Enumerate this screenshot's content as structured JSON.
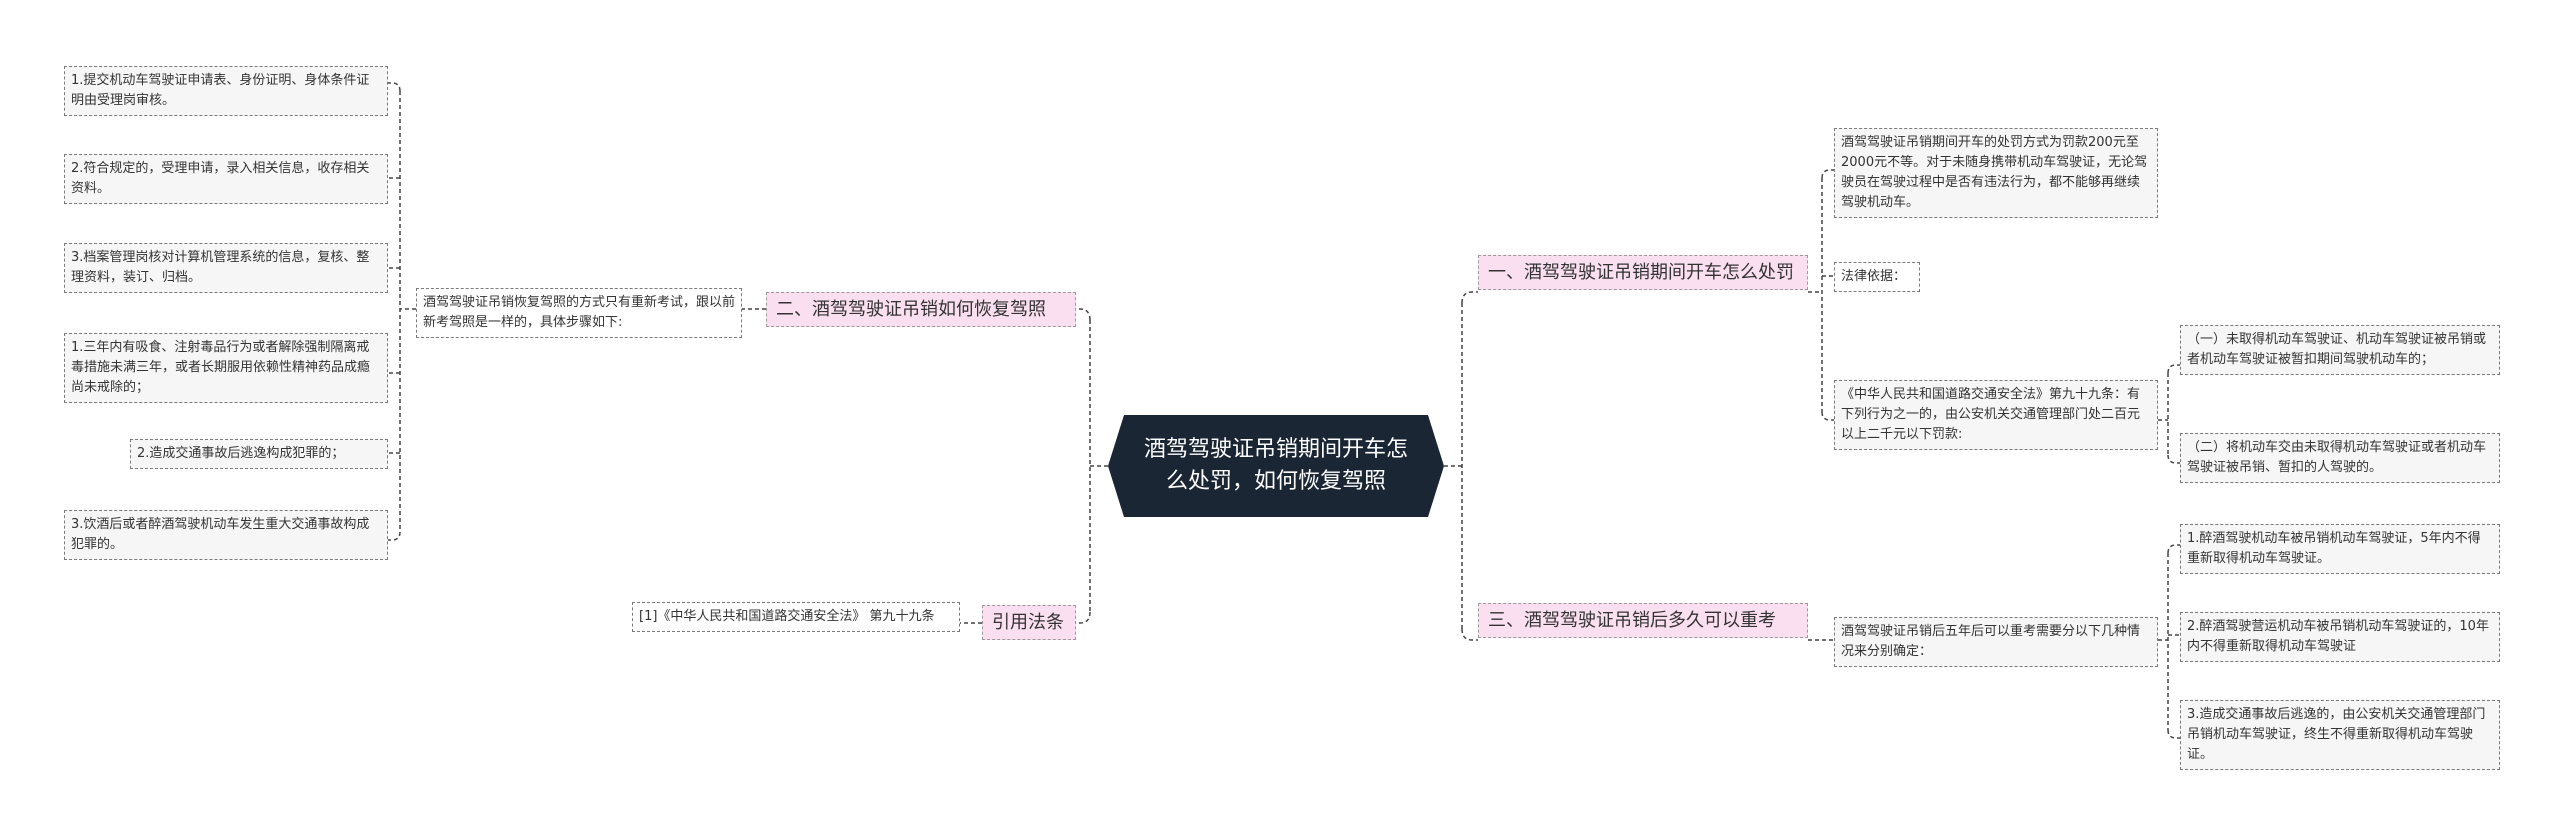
{
  "root": {
    "title": "酒驾驾驶证吊销期间开车怎么处罚，如何恢复驾照"
  },
  "branches": {
    "b1": "一、酒驾驾驶证吊销期间开车怎么处罚",
    "b2": "二、酒驾驾驶证吊销如何恢复驾照",
    "b3": "三、酒驾驾驶证吊销后多久可以重考",
    "b4": "引用法条"
  },
  "right": {
    "b1_intro": "酒驾驾驶证吊销期间开车的处罚方式为罚款200元至2000元不等。对于未随身携带机动车驾驶证，无论驾驶员在驾驶过程中是否有违法行为，都不能够再继续驾驶机动车。",
    "b1_basis": "法律依据：",
    "b1_law": "《中华人民共和国道路交通安全法》第九十九条：有下列行为之一的，由公安机关交通管理部门处二百元以上二千元以下罚款:",
    "b1_item1": "（一）未取得机动车驾驶证、机动车驾驶证被吊销或者机动车驾驶证被暂扣期间驾驶机动车的；",
    "b1_item2": "（二）将机动车交由未取得机动车驾驶证或者机动车驾驶证被吊销、暂扣的人驾驶的。",
    "b3_intro": "酒驾驾驶证吊销后五年后可以重考需要分以下几种情况来分别确定：",
    "b3_item1": "1.醉酒驾驶机动车被吊销机动车驾驶证，5年内不得重新取得机动车驾驶证。",
    "b3_item2": "2.醉酒驾驶营运机动车被吊销机动车驾驶证的，10年内不得重新取得机动车驾驶证",
    "b3_item3": "3.造成交通事故后逃逸的，由公安机关交通管理部门吊销机动车驾驶证，终生不得重新取得机动车驾驶证。"
  },
  "left": {
    "b2_intro": "酒驾驾驶证吊销恢复驾照的方式只有重新考试，跟以前新考驾照是一样的，具体步骤如下:",
    "b2_step1": "1.提交机动车驾驶证申请表、身份证明、身体条件证明由受理岗审核。",
    "b2_step2": "2.符合规定的，受理申请，录入相关信息，收存相关资料。",
    "b2_step3": "3.档案管理岗核对计算机管理系统的信息，复核、整理资料，装订、归档。",
    "b2_cond1": "1.三年内有吸食、注射毒品行为或者解除强制隔离戒毒措施未满三年，或者长期服用依赖性精神药品成瘾尚未戒除的；",
    "b2_cond2": "2.造成交通事故后逃逸构成犯罪的；",
    "b2_cond3": "3.饮酒后或者醉酒驾驶机动车发生重大交通事故构成犯罪的。",
    "b4_ref": "[1]《中华人民共和国道路交通安全法》 第九十九条"
  }
}
